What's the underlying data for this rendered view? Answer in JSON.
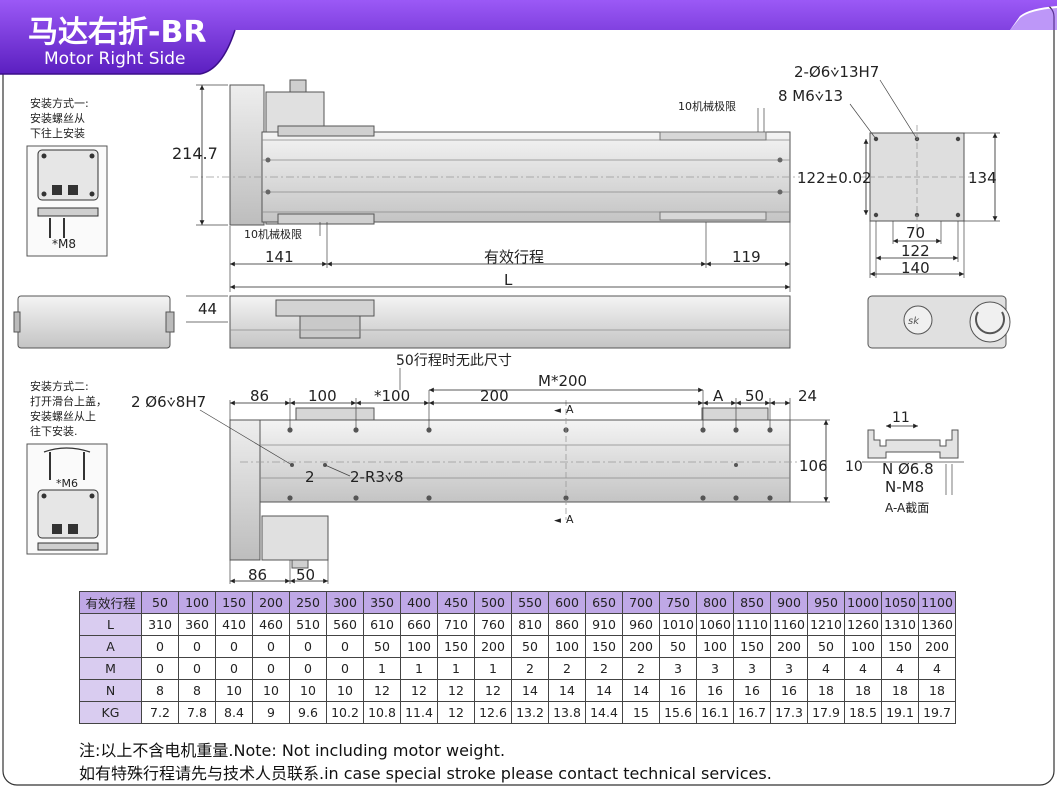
{
  "header": {
    "title_cn": "马达右折-BR",
    "title_en": "Motor Right Side",
    "accent": "#7b2ff2",
    "accent_dark": "#4a1a9c"
  },
  "install1": {
    "line1": "安装方式一:",
    "line2": "安装螺丝从",
    "line3": "下往上安装",
    "screw": "*M8"
  },
  "install2": {
    "line1": "安装方式二:",
    "line2": "打开滑台上盖，",
    "line3": "安装螺丝从上",
    "line4": "往下安装.",
    "screw": "*M6"
  },
  "top_view": {
    "height": "214.7",
    "limit_right": "10机械极限",
    "limit_left": "10机械极限",
    "dim_left": "141",
    "stroke": "有效行程",
    "dim_right": "119",
    "length": "L"
  },
  "side_view": {
    "height": "44"
  },
  "end_view": {
    "hole_spec": "2-Ø6⩒13H7",
    "thread_spec": "8 M6⩒13",
    "hole_pitch": "122±0.02",
    "height": "134",
    "w1": "70",
    "w2": "122",
    "w3": "140"
  },
  "bottom_view": {
    "note50": "50行程时无此尺寸",
    "m_pitch": "M*200",
    "hole_spec": "2 Ø6⩒8H7",
    "d86": "86",
    "d100a": "100",
    "d100b": "*100",
    "d200": "200",
    "a": "A",
    "d50": "50",
    "d24": "24",
    "d2": "2",
    "r_spec": "2-R3⩒8",
    "d106": "106",
    "section_mark_top": "A",
    "section_mark_bottom": "A",
    "motor86": "86",
    "motor50": "50"
  },
  "section": {
    "d11": "11",
    "d10": "10",
    "hole": "N Ø6.8",
    "thread": "N-M8",
    "caption": "A-A截面"
  },
  "spec_table": {
    "head": [
      "有效行程",
      "50",
      "100",
      "150",
      "200",
      "250",
      "300",
      "350",
      "400",
      "450",
      "500",
      "550",
      "600",
      "650",
      "700",
      "750",
      "800",
      "850",
      "900",
      "950",
      "1000",
      "1050",
      "1100"
    ],
    "rows": [
      [
        "L",
        "310",
        "360",
        "410",
        "460",
        "510",
        "560",
        "610",
        "660",
        "710",
        "760",
        "810",
        "860",
        "910",
        "960",
        "1010",
        "1060",
        "1110",
        "1160",
        "1210",
        "1260",
        "1310",
        "1360"
      ],
      [
        "A",
        "0",
        "0",
        "0",
        "0",
        "0",
        "0",
        "50",
        "100",
        "150",
        "200",
        "50",
        "100",
        "150",
        "200",
        "50",
        "100",
        "150",
        "200",
        "50",
        "100",
        "150",
        "200"
      ],
      [
        "M",
        "0",
        "0",
        "0",
        "0",
        "0",
        "0",
        "1",
        "1",
        "1",
        "1",
        "2",
        "2",
        "2",
        "2",
        "3",
        "3",
        "3",
        "3",
        "4",
        "4",
        "4",
        "4"
      ],
      [
        "N",
        "8",
        "8",
        "10",
        "10",
        "10",
        "10",
        "12",
        "12",
        "12",
        "12",
        "14",
        "14",
        "14",
        "14",
        "16",
        "16",
        "16",
        "16",
        "18",
        "18",
        "18",
        "18"
      ],
      [
        "KG",
        "7.2",
        "7.8",
        "8.4",
        "9",
        "9.6",
        "10.2",
        "10.8",
        "11.4",
        "12",
        "12.6",
        "13.2",
        "13.8",
        "14.4",
        "15",
        "15.6",
        "16.1",
        "16.7",
        "17.3",
        "17.9",
        "18.5",
        "19.1",
        "19.7"
      ]
    ]
  },
  "notes": {
    "note1": "注:以上不含电机重量.Note: Not including motor weight.",
    "note2": "如有特殊行程请先与技术人员联系.in case special stroke please contact technical services."
  }
}
